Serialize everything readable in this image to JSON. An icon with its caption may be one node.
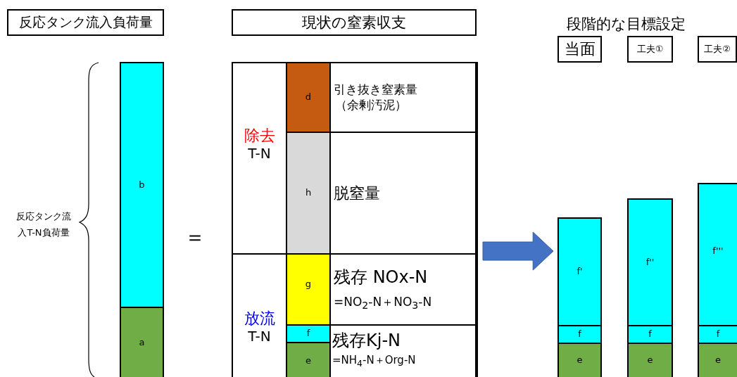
{
  "diagram": {
    "nodes": [
      {
        "text": [
          "反応タンク流入負荷量"
        ]
      },
      {
        "text": [
          "現状の窒素収支"
        ]
      },
      {
        "text": [
          "当面"
        ]
      },
      {
        "text": [
          "工夫①"
        ]
      },
      {
        "text": [
          "工夫②"
        ]
      },
      {
        "text": [
          "b"
        ]
      },
      {
        "text": [
          "a"
        ]
      },
      {
        "text": [],
        "shape": "box"
      },
      {
        "text": [
          "除去",
          "T-N"
        ],
        "in": 7
      },
      {
        "text": [
          "d"
        ],
        "in": 7
      },
      {
        "text": [
          "引き抜き窒素量",
          "（余剰汚泥）"
        ],
        "in": 7
      },
      {
        "text": [
          "h"
        ],
        "in": 7
      },
      {
        "text": [
          "脱窒量"
        ],
        "in": 7
      },
      {
        "text": [
          "放流",
          "T-N"
        ],
        "in": 7
      },
      {
        "text": [
          "g"
        ],
        "in": 7
      },
      {
        "text": [
          "残存 NOx-N",
          "=NO$_{2}$-N＋NO$_{3}$-N"
        ],
        "in": 7
      },
      {
        "text": [
          "f"
        ],
        "in": 7
      },
      {
        "text": [
          "e"
        ],
        "in": 7
      },
      {
        "text": [
          "残存Kj-N",
          "=NH$_{4}$-N＋Org-N"
        ],
        "in": 7
      },
      {
        "text": [
          "f'"
        ]
      },
      {
        "text": [
          "f"
        ]
      },
      {
        "text": [
          "e"
        ]
      },
      {
        "text": [
          "f''"
        ]
      },
      {
        "text": [
          "f"
        ]
      },
      {
        "text": [
          "e"
        ]
      },
      {
        "text": [
          "f'''"
        ]
      },
      {
        "text": [
          "f"
        ]
      },
      {
        "text": [
          "e"
        ]
      }
    ],
    "edges": [
      {
        "from": 7,
        "to": 19,
        "arrow": "to",
        "style": "thick",
        "color": "#4472c4"
      }
    ],
    "labels": [
      "段階的な目標設定",
      "反応タンク流入T-N負荷量",
      "＝"
    ]
  }
}
